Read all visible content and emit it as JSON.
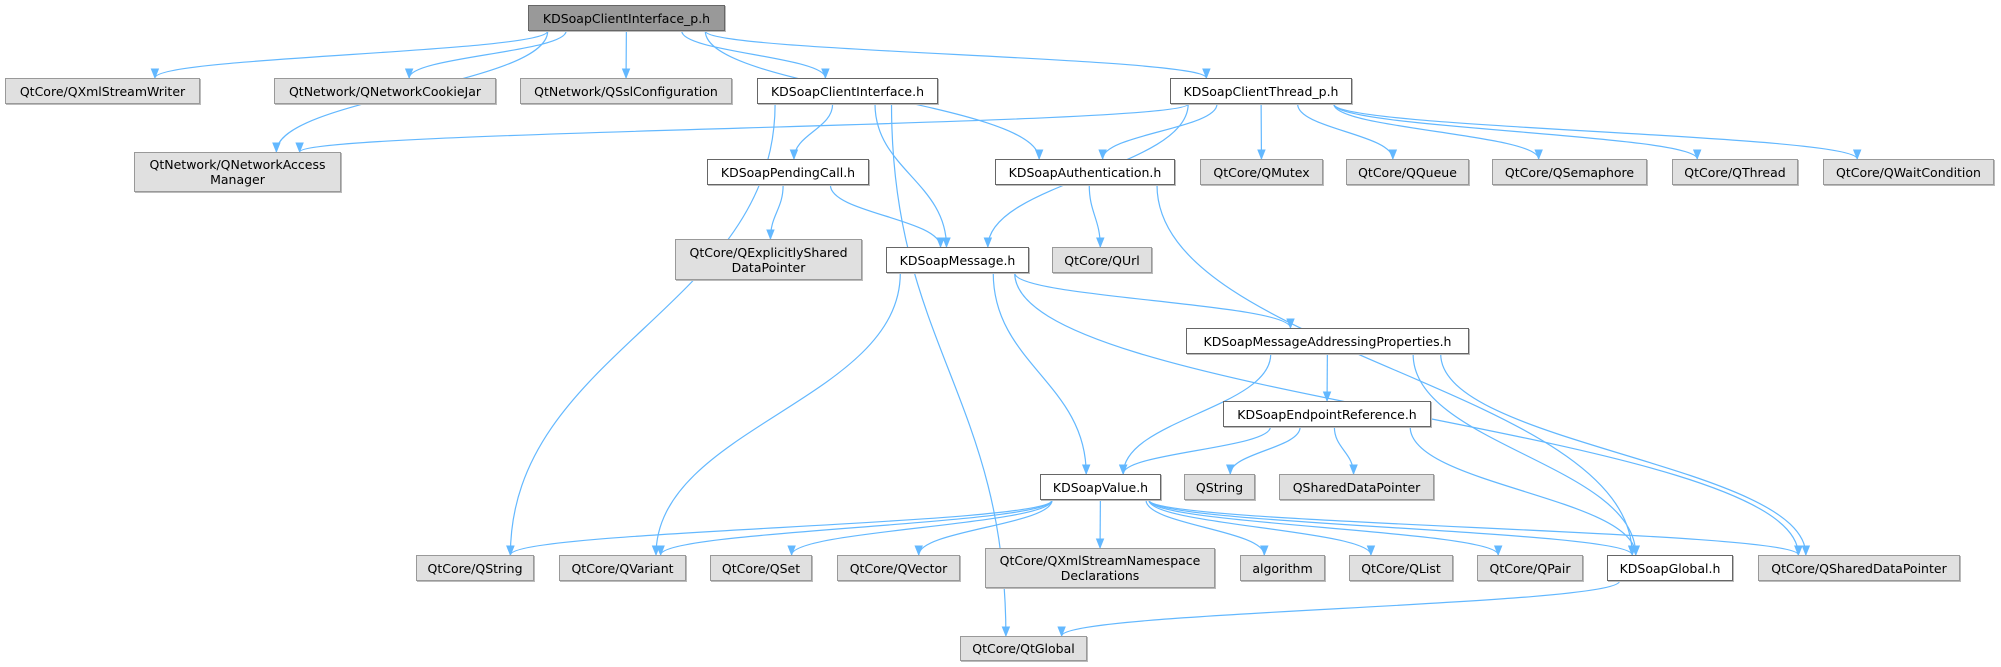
{
  "nodes": {
    "root": "KDSoapClientInterface_p.h",
    "qxmlstreamwriter": "QtCore/QXmlStreamWriter",
    "qnetworkcookiejar": "QtNetwork/QNetworkCookieJar",
    "qsslconfiguration": "QtNetwork/QSslConfiguration",
    "clientinterface": "KDSoapClientInterface.h",
    "clientthread": "KDSoapClientThread_p.h",
    "qnam": "QtNetwork/QNetworkAccess\nManager",
    "pendingcall": "KDSoapPendingCall.h",
    "authentication": "KDSoapAuthentication.h",
    "qmutex": "QtCore/QMutex",
    "qqueue": "QtCore/QQueue",
    "qsemaphore": "QtCore/QSemaphore",
    "qthread": "QtCore/QThread",
    "qwaitcondition": "QtCore/QWaitCondition",
    "qexplicitly": "QtCore/QExplicitlyShared\nDataPointer",
    "message": "KDSoapMessage.h",
    "qurl": "QtCore/QUrl",
    "addressing": "KDSoapMessageAddressingProperties.h",
    "endpoint": "KDSoapEndpointReference.h",
    "value": "KDSoapValue.h",
    "qstring_plain": "QString",
    "qshared_plain": "QSharedDataPointer",
    "qtcore_qstring": "QtCore/QString",
    "qvariant": "QtCore/QVariant",
    "qset": "QtCore/QSet",
    "qvector": "QtCore/QVector",
    "qxmlnamespace": "QtCore/QXmlStreamNamespace\nDeclarations",
    "algorithm": "algorithm",
    "qlist": "QtCore/QList",
    "qpair": "QtCore/QPair",
    "global": "KDSoapGlobal.h",
    "qtcore_qshared": "QtCore/QSharedDataPointer",
    "qtglobal": "QtCore/QtGlobal"
  },
  "edges": [
    [
      "root",
      "qxmlstreamwriter"
    ],
    [
      "root",
      "qnam"
    ],
    [
      "root",
      "qnetworkcookiejar"
    ],
    [
      "root",
      "qsslconfiguration"
    ],
    [
      "root",
      "clientinterface"
    ],
    [
      "root",
      "authentication"
    ],
    [
      "root",
      "clientthread"
    ],
    [
      "clientinterface",
      "qtglobal"
    ],
    [
      "clientinterface",
      "qtcore_qstring"
    ],
    [
      "clientinterface",
      "pendingcall"
    ],
    [
      "clientinterface",
      "message"
    ],
    [
      "pendingcall",
      "qexplicitly"
    ],
    [
      "pendingcall",
      "message"
    ],
    [
      "clientthread",
      "qnam"
    ],
    [
      "clientthread",
      "message"
    ],
    [
      "clientthread",
      "authentication"
    ],
    [
      "clientthread",
      "qmutex"
    ],
    [
      "clientthread",
      "qqueue"
    ],
    [
      "clientthread",
      "qsemaphore"
    ],
    [
      "clientthread",
      "qthread"
    ],
    [
      "clientthread",
      "qwaitcondition"
    ],
    [
      "authentication",
      "qurl"
    ],
    [
      "authentication",
      "global"
    ],
    [
      "message",
      "qvariant"
    ],
    [
      "message",
      "value"
    ],
    [
      "message",
      "addressing"
    ],
    [
      "message",
      "qtcore_qshared"
    ],
    [
      "addressing",
      "value"
    ],
    [
      "addressing",
      "endpoint"
    ],
    [
      "addressing",
      "global"
    ],
    [
      "addressing",
      "qtcore_qshared"
    ],
    [
      "endpoint",
      "value"
    ],
    [
      "endpoint",
      "qstring_plain"
    ],
    [
      "endpoint",
      "qshared_plain"
    ],
    [
      "endpoint",
      "global"
    ],
    [
      "value",
      "qtcore_qstring"
    ],
    [
      "value",
      "qvariant"
    ],
    [
      "value",
      "qset"
    ],
    [
      "value",
      "qvector"
    ],
    [
      "value",
      "qxmlnamespace"
    ],
    [
      "value",
      "algorithm"
    ],
    [
      "value",
      "qlist"
    ],
    [
      "value",
      "qpair"
    ],
    [
      "value",
      "global"
    ],
    [
      "value",
      "qtcore_qshared"
    ],
    [
      "global",
      "qtglobal"
    ]
  ],
  "colors": {
    "edge": "#63b8ff",
    "external_fill": "#e0e0e0",
    "local_fill": "#ffffff",
    "root_fill": "#999999"
  }
}
